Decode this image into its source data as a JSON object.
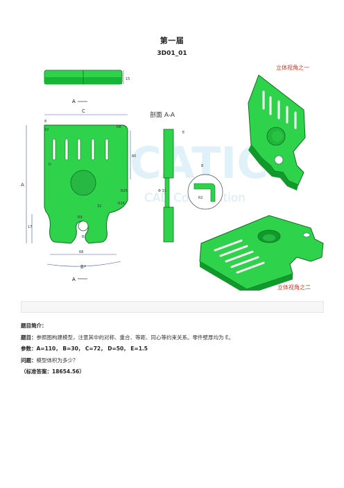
{
  "page": {
    "title": "第一届",
    "code": "3D01_01"
  },
  "drawing": {
    "section_label": "剖面 A-A",
    "view1_label": "立体视角之一",
    "view2_label": "立体视角之二",
    "watermark_main": "CSCATIC",
    "watermark_sub": "CAD Competition",
    "marker_a_top": "A",
    "marker_a_bottom": "A",
    "dims": {
      "C": "C",
      "A": "A",
      "B": "B*",
      "D": "D",
      "E": "E",
      "d8a": "8",
      "d10": "10",
      "r8": "R8",
      "d15": "15",
      "r25": "R25",
      "r16": "R16",
      "d32": "32",
      "d17": "17",
      "r9": "R9",
      "d60": "60",
      "d68": "68",
      "d8b": "8",
      "d8c": "8",
      "phi": "Φ 31",
      "r2": "R2"
    },
    "colors": {
      "green": "#2fd24b",
      "dark_green": "#119a2b",
      "red_text": "#d9341d",
      "line_blue": "#3a56b8"
    }
  },
  "intro": {
    "heading": "题目简介：",
    "q_label": "题目：",
    "q_text": "参照图构建模型，注意其中的对称、重合、等距、同心等约束关系。零件壁厚均为 E。",
    "p_label": "参数：",
    "p_text": "A=110， B=30， C=72， D=50， E=1.5",
    "ask_label": "问题：",
    "ask_text": "模型体积为多少？",
    "answer": "（标准答案：18654.56）"
  }
}
